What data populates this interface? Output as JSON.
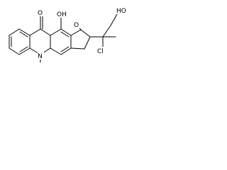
{
  "molecule": {
    "atoms": {
      "carbonyl_o": "O",
      "hydroxyl_phenol": "OH",
      "ring_o": "O",
      "hydroxyl_alcohol": "HO",
      "chlorine": "Cl",
      "nitrogen": "N"
    }
  },
  "colors": {
    "bond": "#000000",
    "text": "#000000",
    "background": "#ffffff"
  }
}
